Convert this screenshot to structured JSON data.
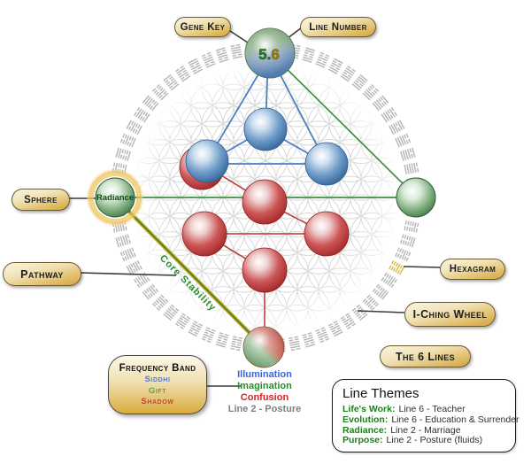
{
  "callouts": {
    "gene_key": "Gene Key",
    "line_number": "Line Number",
    "sphere": "Sphere",
    "pathway": "Pathway",
    "hexagram": "Hexagram",
    "i_ching_wheel": "I-Ching Wheel",
    "six_lines": "The 6 Lines"
  },
  "profile": {
    "gene_key_part": "5.",
    "line_part": "6",
    "sphere_name": "Radiance",
    "pathway_name": "Core Stability"
  },
  "frequency_band": {
    "title": "Frequency Band",
    "siddhi": "Siddhi",
    "gift": "Gift",
    "shadow": "Shadow"
  },
  "purpose_keynotes": {
    "siddhi": "Illumination",
    "gift": "Imagination",
    "shadow": "Confusion",
    "line": "Line 2 - Posture"
  },
  "line_themes": {
    "title": "Line Themes",
    "items": [
      {
        "label": "Life's Work:",
        "value": "Line 6 - Teacher"
      },
      {
        "label": "Evolution:",
        "value": "Line 6 - Education & Surrender"
      },
      {
        "label": "Radiance:",
        "value": "Line 2 - Marriage"
      },
      {
        "label": "Purpose:",
        "value": "Line 2 - Posture (fluids)"
      }
    ]
  },
  "colors": {
    "pill_gold": "#ddb75c",
    "sphere_blue": "#4a80c0",
    "sphere_red": "#bb3333",
    "sphere_green": "#3a7040",
    "pathway_gold": "#c9ae35",
    "siddhi_blue": "#3a66dd",
    "gift_green": "#2e8b2e",
    "shadow_red": "#dd2222",
    "hexagram_highlight": "#d8ba3e",
    "wheel_gray": "#b4b4b4"
  }
}
